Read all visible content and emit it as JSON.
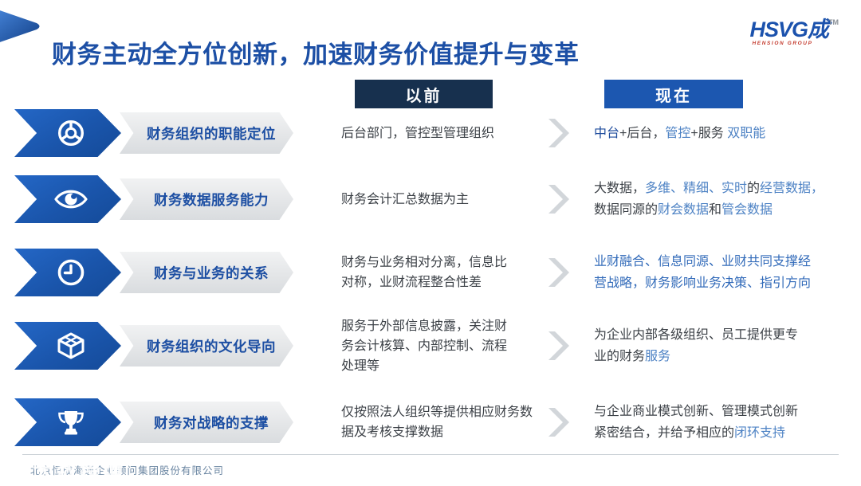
{
  "header": {
    "title": "财务主动全方位创新，加速财务价值提升与变革"
  },
  "logo": {
    "text": "HSVG成",
    "tm": "TM",
    "subtext": "HENSION GROUP"
  },
  "columns": {
    "before": "以前",
    "now": "现在"
  },
  "colors": {
    "accent_blue": "#1c57b0",
    "navy_header": "#17304e",
    "banner_blue": "#1a55ab",
    "title_blue": "#1c4fa5",
    "label_blue": "#1d4fa3",
    "text_dark": "#3c4147",
    "text_blue_dark": "#1d4b9c",
    "text_blue_mid": "#4d82c4",
    "text_blue_row3": "#316ab9"
  },
  "rows": [
    {
      "icon": "steering-wheel-icon",
      "label": "财务组织的职能定位",
      "before_lines": [
        "后台部门，管控型管理组织"
      ],
      "now_lines": [
        [
          {
            "t": "中台",
            "c": "b1"
          },
          {
            "t": "+",
            "c": "d"
          },
          {
            "t": "后台，",
            "c": "d"
          },
          {
            "t": "管控",
            "c": "b2"
          },
          {
            "t": "+",
            "c": "d"
          },
          {
            "t": "服务 ",
            "c": "d"
          },
          {
            "t": "双职能",
            "c": "b2"
          }
        ]
      ]
    },
    {
      "icon": "eye-icon",
      "label": "财务数据服务能力",
      "before_lines": [
        "财务会计汇总数据为主"
      ],
      "now_lines": [
        [
          {
            "t": "大数据，",
            "c": "d"
          },
          {
            "t": "多维、精细、实时",
            "c": "b2"
          },
          {
            "t": "的",
            "c": "d"
          },
          {
            "t": "经营数据，",
            "c": "b2"
          }
        ],
        [
          {
            "t": "数据同源的",
            "c": "d"
          },
          {
            "t": "财会数据",
            "c": "b2"
          },
          {
            "t": "和",
            "c": "d"
          },
          {
            "t": "管会数据",
            "c": "b2"
          }
        ]
      ]
    },
    {
      "icon": "clock-icon",
      "label": "财务与业务的关系",
      "before_lines": [
        "财务与业务相对分离，信息比",
        "对称，业财流程整合性差"
      ],
      "now_lines": [
        [
          {
            "t": "业财融合、信息同源、业财共同支撑经",
            "c": "b3"
          }
        ],
        [
          {
            "t": "营战略，财务影响业务决策、指引方向",
            "c": "b3"
          }
        ]
      ]
    },
    {
      "icon": "cube-icon",
      "label": "财务组织的文化导向",
      "before_lines": [
        "服务于外部信息披露，关注财",
        "务会计核算、内部控制、流程",
        "处理等"
      ],
      "now_lines": [
        [
          {
            "t": "为企业内部各级组织、员工提供更专",
            "c": "d"
          }
        ],
        [
          {
            "t": "业的财务",
            "c": "d"
          },
          {
            "t": "服务",
            "c": "b2"
          }
        ]
      ]
    },
    {
      "icon": "trophy-icon",
      "label": "财务对战略的支撑",
      "before_lines": [
        "仅按照法人组织等提供相应财务数",
        "据及考核支撑数据"
      ],
      "now_lines": [
        [
          {
            "t": "与企业商业模式创新、管理模式创新",
            "c": "d"
          }
        ],
        [
          {
            "t": "紧密结合，并给予相应的",
            "c": "d"
          },
          {
            "t": "闭环支持",
            "c": "b2"
          }
        ]
      ]
    }
  ],
  "footer": {
    "company": "北京恒成海通企业顾问集团股份有限公司",
    "watermark_brand": "大数跨境"
  }
}
